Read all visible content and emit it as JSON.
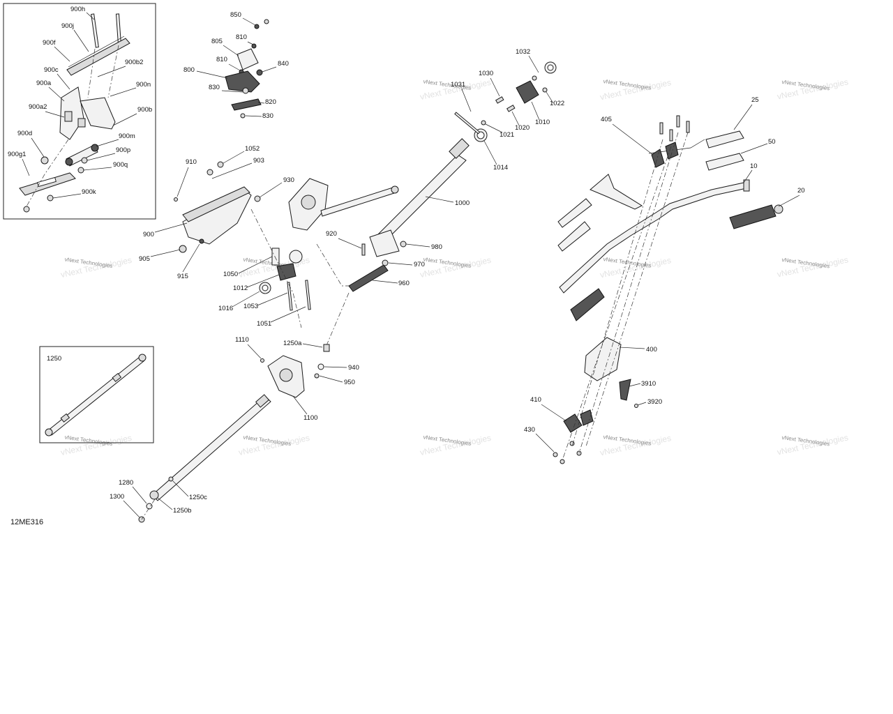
{
  "diagram": {
    "code": "12ME316",
    "watermark": "vNext Technologies",
    "callouts": {
      "c900h": "900h",
      "c900j": "900j",
      "c900f": "900f",
      "c900c": "900c",
      "c900b2": "900b2",
      "c900a": "900a",
      "c900n": "900n",
      "c900a2": "900a2",
      "c900b": "900b",
      "c900d": "900d",
      "c900m": "900m",
      "c900p": "900p",
      "c900g1": "900g1",
      "c900q": "900q",
      "c900k": "900k",
      "c850": "850",
      "c810a": "810",
      "c805": "805",
      "c810b": "810",
      "c840": "840",
      "c800": "800",
      "c830a": "830",
      "c820": "820",
      "c830b": "830",
      "c1032": "1032",
      "c1030": "1030",
      "c1031": "1031",
      "c1022": "1022",
      "c1020": "1020",
      "c1010": "1010",
      "c1021": "1021",
      "c1014": "1014",
      "c1000": "1000",
      "c910": "910",
      "c1052": "1052",
      "c903": "903",
      "c930": "930",
      "c900": "900",
      "c905": "905",
      "c915": "915",
      "c920": "920",
      "c980": "980",
      "c970": "970",
      "c1050": "1050",
      "c1012": "1012",
      "c960": "960",
      "c1016": "1016",
      "c1053": "1053",
      "c1051": "1051",
      "c1250": "1250",
      "c1110": "1110",
      "c1250a": "1250a",
      "c940": "940",
      "c950": "950",
      "c1100": "1100",
      "c1280": "1280",
      "c1300": "1300",
      "c1250c": "1250c",
      "c1250b": "1250b",
      "c25": "25",
      "c405": "405",
      "c50": "50",
      "c10": "10",
      "c20": "20",
      "c400": "400",
      "c3910": "3910",
      "c3920": "3920",
      "c410": "410",
      "c430": "430"
    }
  }
}
